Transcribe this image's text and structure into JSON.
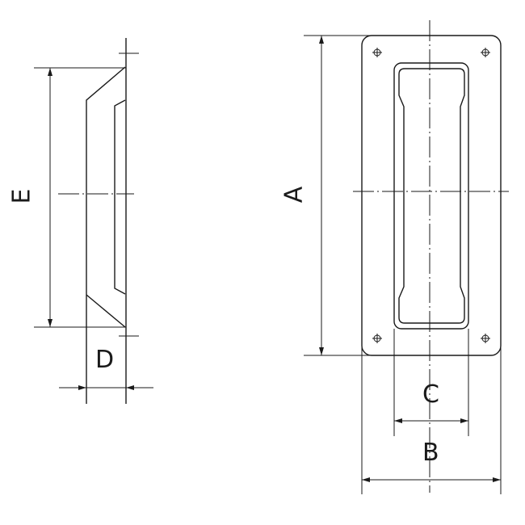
{
  "dimensions": {
    "A": "A",
    "B": "B",
    "C": "C",
    "D": "D",
    "E": "E"
  },
  "colors": {
    "line": "#1a1a1a",
    "background": "#ffffff"
  }
}
